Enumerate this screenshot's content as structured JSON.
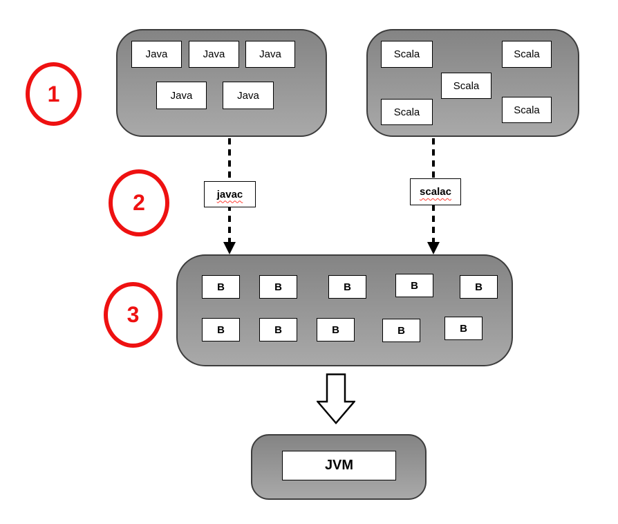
{
  "colors": {
    "step_red": "#ee1111",
    "container_border": "#3c3c3c",
    "container_grad_top": "#848484",
    "container_grad_bottom": "#a9a9a9",
    "file_box_bg": "#ffffff",
    "file_box_border": "#000000",
    "arrow_color": "#000000",
    "squiggle_red": "#ff3b30"
  },
  "step_badges": [
    {
      "label": "1"
    },
    {
      "label": "2"
    },
    {
      "label": "3"
    }
  ],
  "java_group": {
    "files": [
      "Java",
      "Java",
      "Java",
      "Java",
      "Java"
    ]
  },
  "scala_group": {
    "files": [
      "Scala",
      "Scala",
      "Scala",
      "Scala",
      "Scala"
    ]
  },
  "compilers": {
    "java_compiler": "javac",
    "scala_compiler": "scalac"
  },
  "bytecode_group": {
    "files": [
      "B",
      "B",
      "B",
      "B",
      "B",
      "B",
      "B",
      "B",
      "B",
      "B"
    ]
  },
  "runtime": {
    "label": "JVM"
  }
}
